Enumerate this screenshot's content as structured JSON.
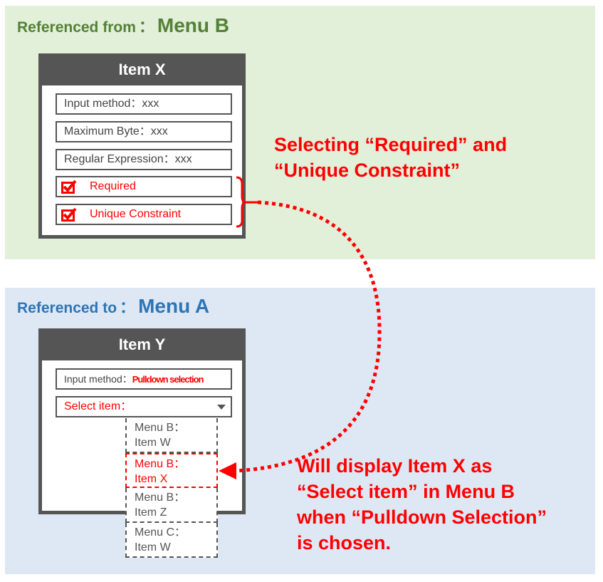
{
  "source_panel": {
    "label_prefix": "Referenced from",
    "colon": "：",
    "menu": "Menu B",
    "card": {
      "title": "Item X",
      "rows": [
        {
          "text": "Input method：xxx"
        },
        {
          "text": "Maximum Byte：xxx"
        },
        {
          "text": "Regular Expression：xxx"
        }
      ],
      "checkboxes": [
        {
          "label": "Required",
          "checked": true
        },
        {
          "label": "Unique Constraint",
          "checked": true
        }
      ]
    },
    "callout": [
      "Selecting “Required” and",
      "“Unique Constraint”"
    ]
  },
  "target_panel": {
    "label_prefix": "Referenced to",
    "colon": "：",
    "menu": "Menu A",
    "card": {
      "title": "Item Y",
      "input_method_label": "Input method：",
      "input_method_value": "Pulldown selection",
      "select_label": "Select item：",
      "dropdown_options": [
        {
          "line1": "Menu B：",
          "line2": "Item W",
          "selected": false
        },
        {
          "line1": "Menu B：",
          "line2": "Item X",
          "selected": true
        },
        {
          "line1": "Menu B：",
          "line2": "Item Z",
          "selected": false
        },
        {
          "line1": "Menu C：",
          "line2": "Item W",
          "selected": false
        }
      ]
    },
    "callout": [
      "Will display Item X as",
      "“Select item” in Menu B",
      "when “Pulldown Selection”",
      "is chosen."
    ]
  },
  "colors": {
    "source_bg": "#e2efd9",
    "source_title": "#538135",
    "target_bg": "#dde8f4",
    "target_title": "#2e75b6",
    "card_frame": "#555555",
    "highlight": "#ff0000"
  }
}
